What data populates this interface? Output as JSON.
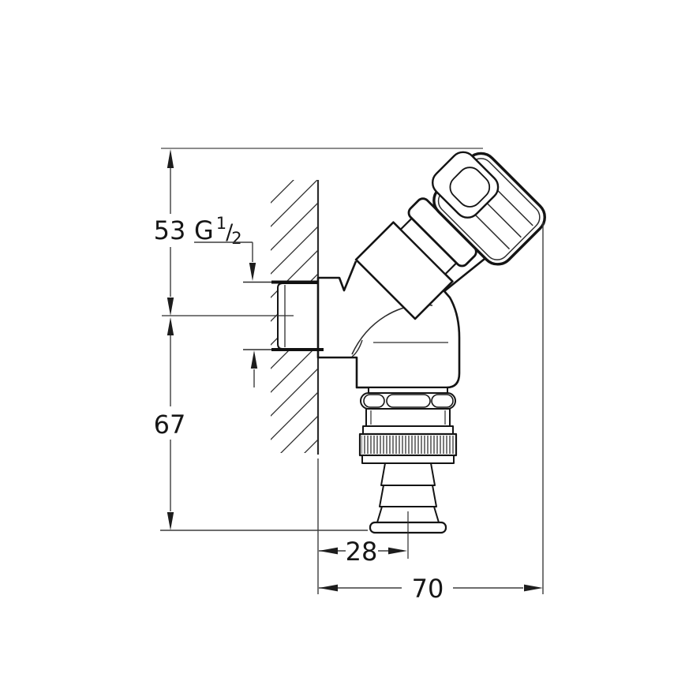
{
  "drawing": {
    "thread_label": {
      "main": "G",
      "numerator": "1",
      "slash": "/",
      "denominator": "2"
    },
    "dimensions": {
      "top_height": {
        "value": "53"
      },
      "bottom_height": {
        "value": "67"
      },
      "wall_to_axis": {
        "value": "28"
      },
      "total_depth": {
        "value": "70"
      }
    },
    "colors": {
      "outline": "#141414",
      "dimension_lines": "#3d3d3d",
      "top_extension_line": "#8c8c8c",
      "background": "#ffffff"
    }
  }
}
